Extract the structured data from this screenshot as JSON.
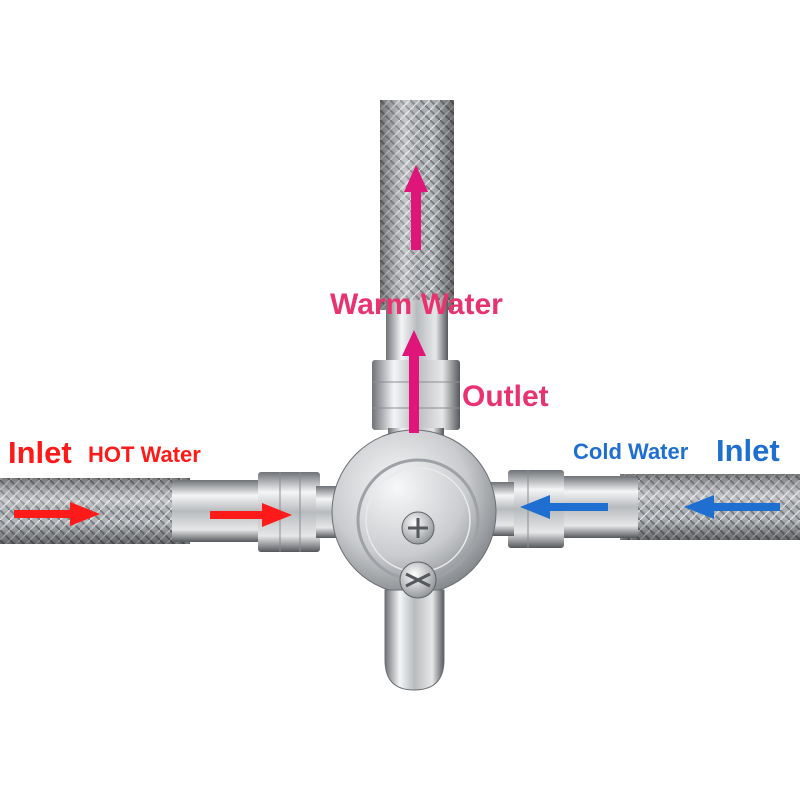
{
  "labels": {
    "warm_water": "Warm Water",
    "outlet": "Outlet",
    "inlet_left": "Inlet",
    "hot_water": "HOT Water",
    "cold_water": "Cold Water",
    "inlet_right": "Inlet"
  },
  "colors": {
    "warm": "#e8336f",
    "hot": "#ff1a1a",
    "cold": "#1f6fd1",
    "steel": "#b9bcc0",
    "chrome": "#d4d6d8"
  }
}
